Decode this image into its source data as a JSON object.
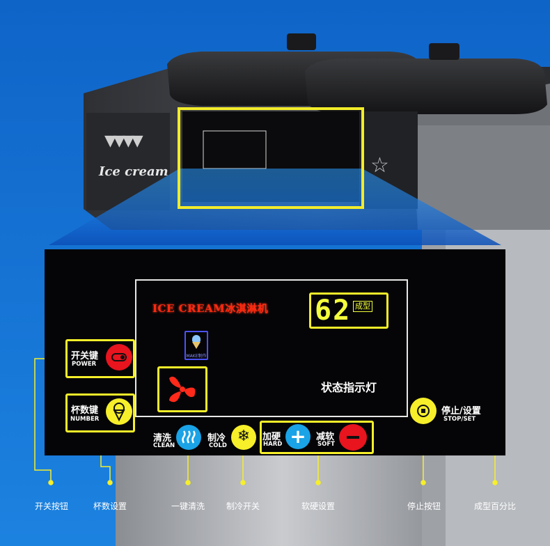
{
  "machine": {
    "logo_text": "Ice cream",
    "display_brand": "ICE CREAM冰淇淋机",
    "display_value": "62",
    "display_unit": "成型",
    "make_icon_label": "MAKE制作"
  },
  "panel": {
    "power": {
      "cn": "开关键",
      "en": "POWER"
    },
    "number": {
      "cn": "杯数键",
      "en": "NUMBER"
    },
    "clean": {
      "cn": "清洗",
      "en": "CLEAN"
    },
    "cold": {
      "cn": "制冷",
      "en": "COLD"
    },
    "hard": {
      "cn": "加硬",
      "en": "HARD"
    },
    "soft": {
      "cn": "减软",
      "en": "SOFT"
    },
    "stop": {
      "cn": "停止/设置",
      "en": "STOP/SET"
    },
    "status_light": "状态指示灯"
  },
  "callouts": [
    "开关按钮",
    "杯数设置",
    "一键清洗",
    "制冷开关",
    "软硬设置",
    "停止按钮",
    "成型百分比"
  ],
  "colors": {
    "background": "#1677d6",
    "highlight": "#f6ef2a",
    "red_button": "#e8141e",
    "blue_button": "#1aa3e6",
    "yellow_button": "#f6ef2a"
  }
}
